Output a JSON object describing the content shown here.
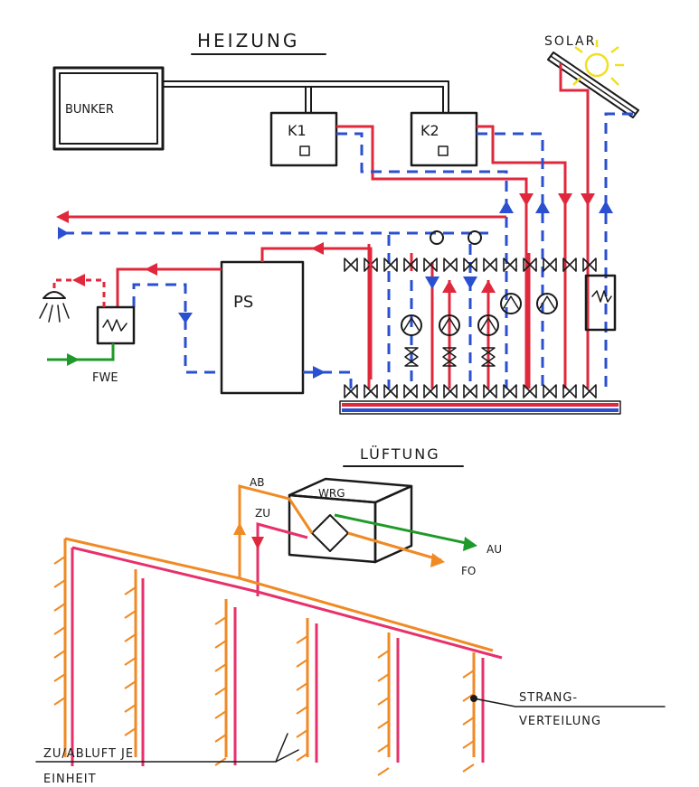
{
  "heating": {
    "title": "HEIZUNG",
    "solar_label": "SOLAR",
    "bunker_label": "BUNKER",
    "boiler1_label": "K1",
    "boiler2_label": "K2",
    "storage_label": "PS",
    "fresh_water_label": "FWE"
  },
  "ventilation": {
    "title": "LÜFTUNG",
    "hrv_label": "WRG",
    "exhaust_in_label": "AB",
    "supply_label": "ZU",
    "outside_air_label": "AU",
    "exhaust_out_label": "FO",
    "riser_label_line1": "STRANG-",
    "riser_label_line2": "VERTEILUNG",
    "per_unit_label_line1": "ZU/ABLUFT JE",
    "per_unit_label_line2": "EINHEIT"
  },
  "colors": {
    "supply_red": "#e0283c",
    "return_blue": "#2a4fd0",
    "exhaust_orange": "#f08a24",
    "supply_pink": "#e8306a",
    "outside_green": "#1f9a2a"
  }
}
